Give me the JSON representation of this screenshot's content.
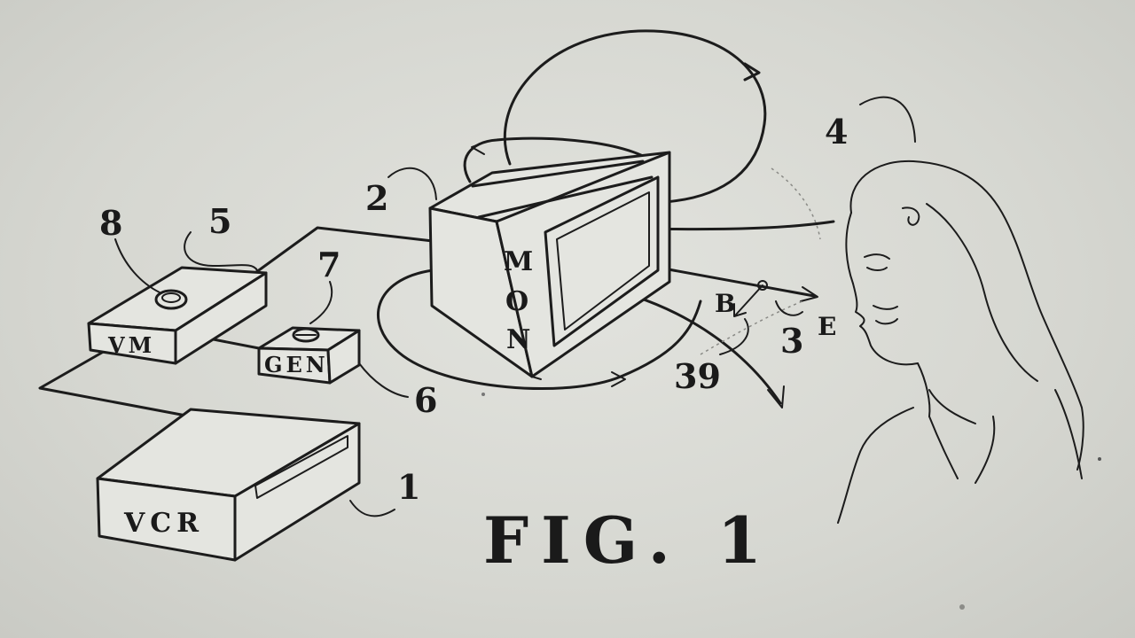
{
  "figure": {
    "caption": "FIG. 1"
  },
  "reference_numerals": {
    "vcr": "1",
    "monitor": "2",
    "ray_point": "3",
    "viewer": "4",
    "video_modulator": "5",
    "generator": "6",
    "generator_knob": "7",
    "modulator_knob": "8",
    "field_loop": "39"
  },
  "box_labels": {
    "vcr": "VCR",
    "monitor_m": "M",
    "monitor_o": "O",
    "monitor_n": "N",
    "video_modulator": "VM",
    "generator": "GEN"
  },
  "letters": {
    "b": "B",
    "e": "E"
  }
}
